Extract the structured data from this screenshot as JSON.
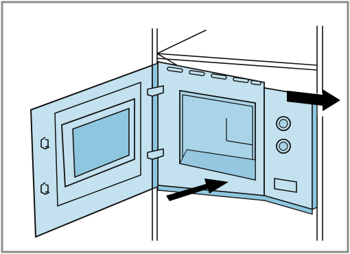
{
  "figure": {
    "subject": "built-in-microwave-installation",
    "colors": {
      "frame": "#8c8c8c",
      "line": "#111111",
      "panel_fill": "#c3e1ee",
      "window_fill": "#8fc6df",
      "interior_fill": "#a9d4e8",
      "arrow": "#000000",
      "background": "#ffffff"
    },
    "parts": {
      "door": {
        "handles": 2,
        "hinges": 2
      },
      "control_panel": {
        "knobs": 2,
        "display": 1
      },
      "cavity_top_vents": 5
    },
    "arrows": [
      {
        "id": "push-in-arrow",
        "direction": "into-cabinet"
      },
      {
        "id": "slide-right-arrow",
        "direction": "right"
      }
    ]
  }
}
